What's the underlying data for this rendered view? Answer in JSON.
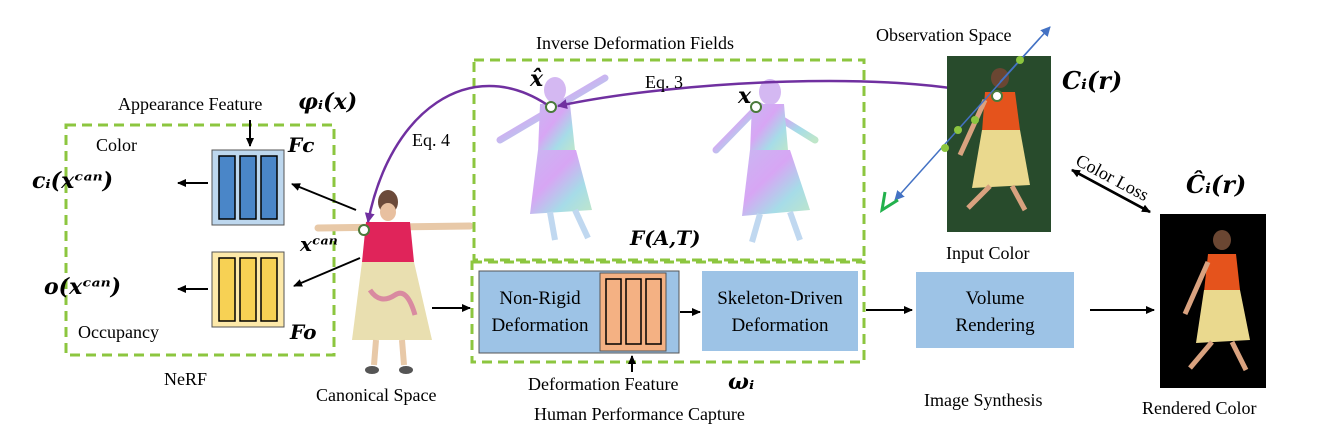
{
  "nerf": {
    "appearance_feature": "Appearance Feature",
    "appearance_symbol": "φᵢ(𝒙)",
    "color_label": "Color",
    "color_output": "cᵢ(xᶜᵃⁿ)",
    "fc_symbol": "Fc",
    "x_can_symbol": "xᶜᵃⁿ",
    "occupancy_output": "o(xᶜᵃⁿ)",
    "fo_symbol": "Fo",
    "occupancy_label": "Occupancy",
    "title": "NeRF"
  },
  "canonical": {
    "title": "Canonical Space"
  },
  "deformation": {
    "title": "Inverse Deformation Fields",
    "eq3": "Eq. 3",
    "eq4": "Eq. 4",
    "x_hat": "x̂",
    "x": "x",
    "f_at": "F(A,T)"
  },
  "hpc": {
    "non_rigid": "Non-Rigid",
    "deformation_word": "Deformation",
    "skeleton_driven": "Skeleton-Driven",
    "skeleton_deformation": "Deformation",
    "deformation_feature": "Deformation Feature",
    "omega_symbol": "ωᵢ",
    "title": "Human Performance Capture"
  },
  "render": {
    "volume": "Volume",
    "rendering": "Rendering",
    "image_synthesis": "Image Synthesis"
  },
  "observation": {
    "title": "Observation Space",
    "c_symbol": "Cᵢ(r)",
    "input_color": "Input Color",
    "color_loss": "Color Loss",
    "c_hat_symbol": "Ĉᵢ(r)",
    "rendered_color": "Rendered Color"
  },
  "colors": {
    "green_dash": "#8cc63f",
    "blue_box": "#4a86c8",
    "yellow_box": "#f7d154",
    "light_blue": "#9dc3e6",
    "salmon": "#f4b183",
    "purple": "#7030a0",
    "ray_blue": "#4472c4"
  }
}
